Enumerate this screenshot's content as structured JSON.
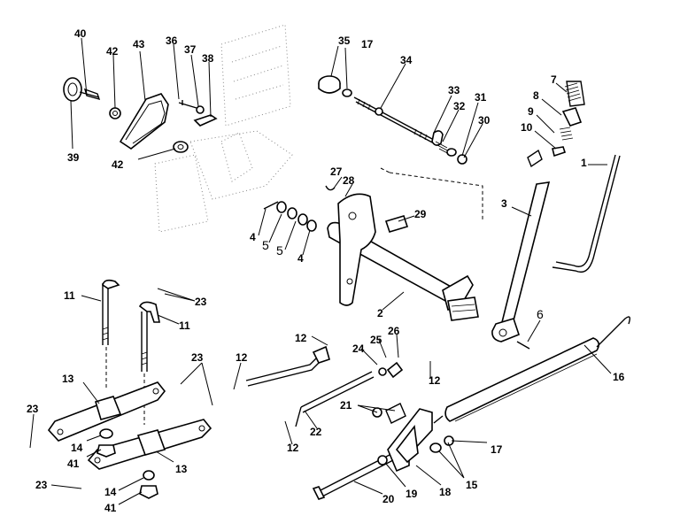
{
  "callouts": [
    {
      "id": "c40a",
      "text": "40"
    },
    {
      "id": "c42a",
      "text": "42"
    },
    {
      "id": "c43",
      "text": "43"
    },
    {
      "id": "c36",
      "text": "36"
    },
    {
      "id": "c37",
      "text": "37"
    },
    {
      "id": "c38",
      "text": "38"
    },
    {
      "id": "c39",
      "text": "39"
    },
    {
      "id": "c42b",
      "text": "42"
    },
    {
      "id": "c35",
      "text": "35"
    },
    {
      "id": "c17a",
      "text": "17"
    },
    {
      "id": "c34",
      "text": "34"
    },
    {
      "id": "c33",
      "text": "33"
    },
    {
      "id": "c32",
      "text": "32"
    },
    {
      "id": "c31",
      "text": "31"
    },
    {
      "id": "c30",
      "text": "30"
    },
    {
      "id": "c7",
      "text": "7"
    },
    {
      "id": "c8",
      "text": "8"
    },
    {
      "id": "c9",
      "text": "9"
    },
    {
      "id": "c10",
      "text": "10"
    },
    {
      "id": "c1",
      "text": "1"
    },
    {
      "id": "c27",
      "text": "27"
    },
    {
      "id": "c28",
      "text": "28"
    },
    {
      "id": "c29",
      "text": "29"
    },
    {
      "id": "c3",
      "text": "3"
    },
    {
      "id": "c4a",
      "text": "4"
    },
    {
      "id": "c5a",
      "text": "5"
    },
    {
      "id": "c5b",
      "text": "5"
    },
    {
      "id": "c4b",
      "text": "4"
    },
    {
      "id": "c2",
      "text": "2"
    },
    {
      "id": "c6",
      "text": "6"
    },
    {
      "id": "c11a",
      "text": "11"
    },
    {
      "id": "c23a",
      "text": "23"
    },
    {
      "id": "c11b",
      "text": "11"
    },
    {
      "id": "c12a",
      "text": "12"
    },
    {
      "id": "c25",
      "text": "25"
    },
    {
      "id": "c26",
      "text": "26"
    },
    {
      "id": "c24",
      "text": "24"
    },
    {
      "id": "c12b",
      "text": "12"
    },
    {
      "id": "c16",
      "text": "16"
    },
    {
      "id": "c23b",
      "text": "23"
    },
    {
      "id": "c12c",
      "text": "12"
    },
    {
      "id": "c13a",
      "text": "13"
    },
    {
      "id": "c21",
      "text": "21"
    },
    {
      "id": "c23c",
      "text": "23"
    },
    {
      "id": "c22",
      "text": "22"
    },
    {
      "id": "c12d",
      "text": "12"
    },
    {
      "id": "c17b",
      "text": "17"
    },
    {
      "id": "c14a",
      "text": "14"
    },
    {
      "id": "c41a",
      "text": "41"
    },
    {
      "id": "c13b",
      "text": "13"
    },
    {
      "id": "c15",
      "text": "15"
    },
    {
      "id": "c23d",
      "text": "23"
    },
    {
      "id": "c14b",
      "text": "14"
    },
    {
      "id": "c41b",
      "text": "41"
    },
    {
      "id": "c20",
      "text": "20"
    },
    {
      "id": "c19",
      "text": "19"
    },
    {
      "id": "c18",
      "text": "18"
    }
  ]
}
